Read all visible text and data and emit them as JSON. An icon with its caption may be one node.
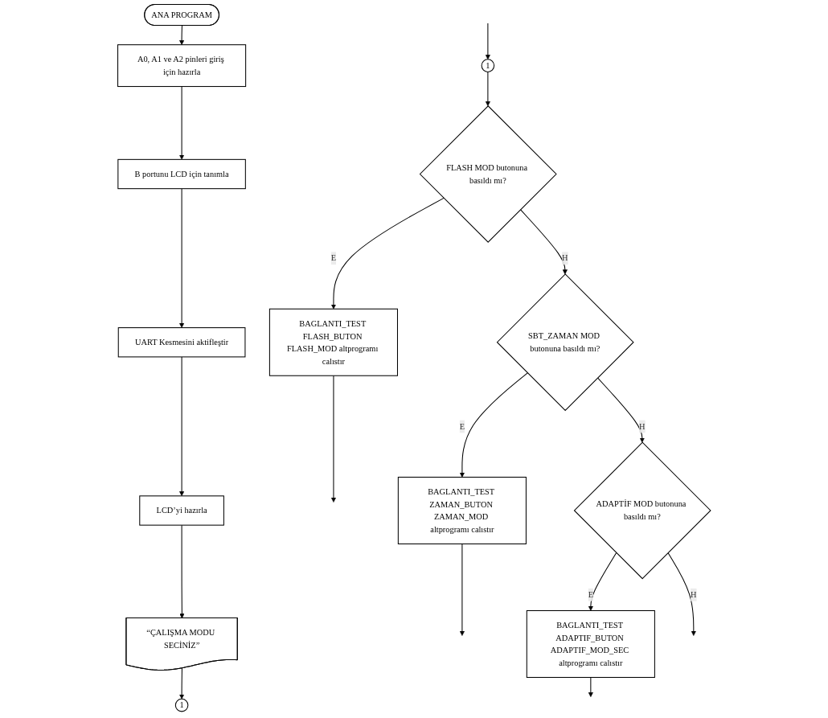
{
  "diagram": {
    "nodes": [
      {
        "text": [
          "ANA PROGRAM"
        ]
      },
      {
        "text": [
          "A0, A1 ve A2 pinleri giriş için hazırla"
        ]
      },
      {
        "text": [
          "B portunu LCD için tanımla"
        ]
      },
      {
        "text": [
          "UART Kesmesini aktifleştir"
        ]
      },
      {
        "text": [
          "LCD’yi hazırla"
        ]
      },
      {
        "text": [
          "“ÇALIŞMA MODU SECİNİZ”"
        ]
      },
      {
        "text": [
          "1"
        ]
      },
      {
        "text": [
          "1"
        ]
      },
      {
        "text": [
          "FLASH MOD butonuna basıldı mı?"
        ]
      },
      {
        "text": [
          "BAGLANTI_TEST FLASH_BUTON FLASH_MOD altprogramı calıstır"
        ]
      },
      {
        "text": [
          "SBT_ZAMAN MOD butonuna basıldı mı?"
        ]
      },
      {
        "text": [
          "BAGLANTI_TEST ZAMAN_BUTON ZAMAN_MOD altprogramı calıstır"
        ]
      },
      {
        "text": [
          "ADAPTİF MOD butonuna basıldı mı?"
        ]
      },
      {
        "text": [
          "BAGLANTI_TEST ADAPTIF_BUTON ADAPTIF_MOD_SEC altprogramı calıstır"
        ]
      }
    ],
    "edges": [
      {
        "from": 0,
        "to": 1,
        "arrow": "to"
      },
      {
        "from": 1,
        "to": 2,
        "arrow": "to"
      },
      {
        "from": 2,
        "to": 3,
        "arrow": "to"
      },
      {
        "from": 3,
        "to": 4,
        "arrow": "to"
      },
      {
        "from": 4,
        "to": 5,
        "arrow": "to"
      },
      {
        "from": 5,
        "to": 6,
        "arrow": "to"
      },
      {
        "from": null,
        "to": 7,
        "arrow": "to"
      },
      {
        "from": 7,
        "to": 8,
        "arrow": "to"
      },
      {
        "from": 8,
        "to": 9,
        "arrow": "to",
        "label": "E"
      },
      {
        "from": 9,
        "to": null,
        "arrow": "to"
      },
      {
        "from": 8,
        "to": 10,
        "arrow": "to",
        "label": "H"
      },
      {
        "from": 10,
        "to": 11,
        "arrow": "to",
        "label": "E"
      },
      {
        "from": 11,
        "to": null,
        "arrow": "to"
      },
      {
        "from": 10,
        "to": 12,
        "arrow": "to",
        "label": "H"
      },
      {
        "from": 12,
        "to": 13,
        "arrow": "to",
        "label": "E"
      },
      {
        "from": 13,
        "to": null,
        "arrow": "to"
      },
      {
        "from": 12,
        "to": null,
        "arrow": "to",
        "label": "H"
      }
    ]
  }
}
